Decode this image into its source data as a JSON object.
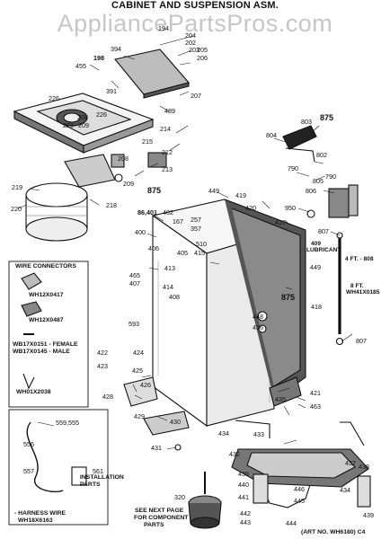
{
  "title": "CABINET AND SUSPENSION ASM.",
  "watermark": "AppliancePartsPros.com",
  "parts": {
    "p194": "194",
    "p204": "204",
    "p202": "202",
    "p203": "203",
    "p205": "205",
    "p206": "206",
    "p198": "198",
    "p394": "394",
    "p455": "455",
    "p391": "391",
    "p207": "207",
    "p226a": "226",
    "p226b": "226",
    "p208": "208",
    "p223": "223",
    "p209": "209",
    "p489": "489",
    "p214": "214",
    "p215": "215",
    "p212": "212",
    "p208b": "208",
    "p213": "213",
    "p209b": "209",
    "p219": "219",
    "p218": "218",
    "p875a": "875",
    "p220": "220",
    "p803": "803",
    "p875b": "875",
    "p804": "804",
    "p802": "802",
    "p790a": "790",
    "p790b": "790",
    "p805": "805",
    "p806": "806",
    "p950": "950",
    "p807a": "807",
    "p449a": "449",
    "p419": "419",
    "p420": "420",
    "p417": "417",
    "p86401": "86,401",
    "p402": "402",
    "p167": "167",
    "p257": "257",
    "p357": "357",
    "p400": "400",
    "p510": "510",
    "p406": "406",
    "p405": "405",
    "p415": "415",
    "p465": "465",
    "p407": "407",
    "p413": "413",
    "p414": "414",
    "p408": "408",
    "p449b": "449",
    "p875c": "875",
    "p418": "418",
    "p593": "593",
    "p448": "448",
    "p416": "416",
    "p807b": "807",
    "p422": "422",
    "p424": "424",
    "p423": "423",
    "p425": "425",
    "p426": "426",
    "p428": "428",
    "p429": "429",
    "p421": "421",
    "p463": "463",
    "p430": "430",
    "p435": "435",
    "p431": "431",
    "p434a": "434",
    "p433": "433",
    "p432": "432",
    "p439a": "439",
    "p440": "440",
    "p441": "441",
    "p446": "446",
    "p445": "445",
    "p437": "437",
    "p438": "438",
    "p434b": "434",
    "p439b": "439",
    "p320": "320",
    "p442": "442",
    "p443": "443",
    "p444": "444",
    "p559555": "559,555",
    "p556": "556",
    "p557": "557",
    "p561": "561"
  },
  "lubricant": {
    "number": "409",
    "label": "LUBRICANT"
  },
  "hose_4ft": {
    "text": "4 FT. - 808"
  },
  "hose_8ft": {
    "line1": "8 FT.",
    "line2": "WH41X0185"
  },
  "wire_connectors": {
    "heading": "WIRE CONNECTORS",
    "c1": "WH12X0417",
    "c2": "WH12X0487",
    "c3a": "WB17X0151 - FEMALE",
    "c3b": "WB17X0145 - MALE",
    "c4": "WH01X2038"
  },
  "installation": {
    "line1": "INSTALLATION",
    "line2": "PARTS"
  },
  "harness": {
    "line1": "- HARNESS WIRE",
    "line2": "WH18X6163"
  },
  "see_next": {
    "line1": "SEE NEXT PAGE",
    "line2": "FOR COMPONENT",
    "line3": "PARTS"
  },
  "art_no": "(ART NO. WH6180) C4"
}
